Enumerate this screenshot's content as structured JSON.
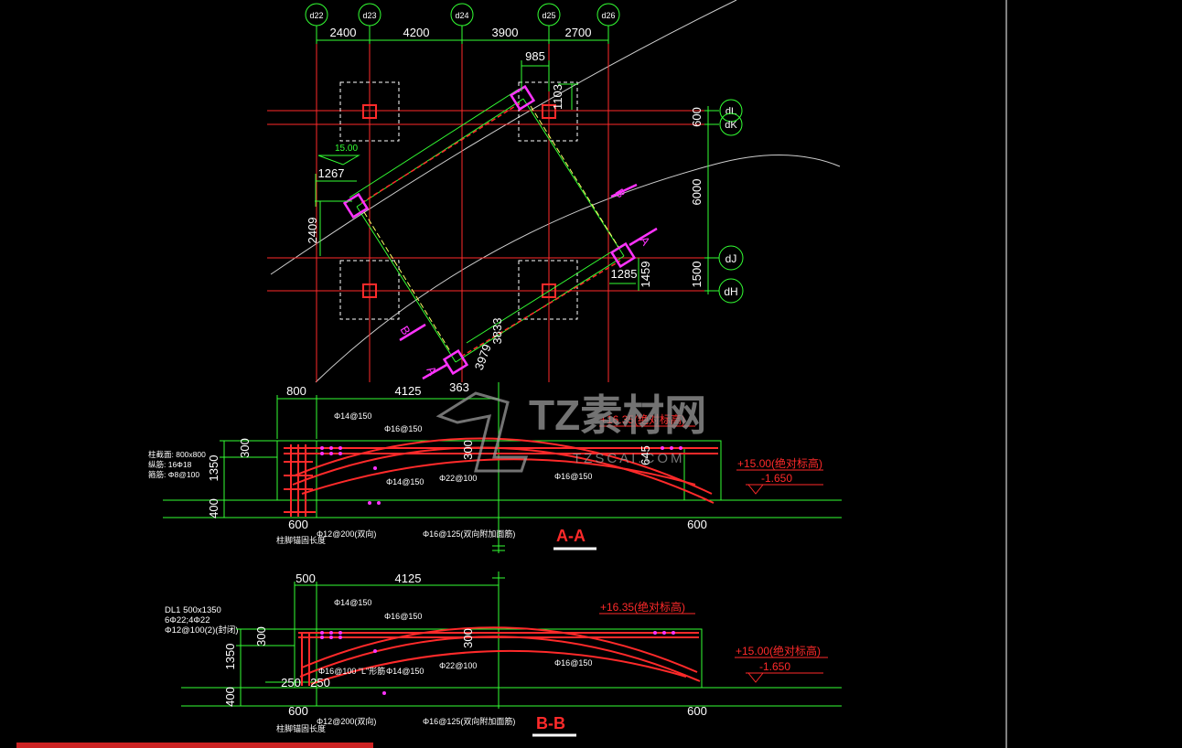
{
  "colors": {
    "background": "#000000",
    "axis_red": "#ff2a2a",
    "dim_green": "#33ff33",
    "white": "#ffffff",
    "magenta": "#ff33ff",
    "yellow": "#ffff66",
    "watermark": "#9a9a9a"
  },
  "grid": {
    "column_tags": [
      "d22",
      "d23",
      "d24",
      "d25",
      "d26"
    ],
    "column_spacings": [
      "2400",
      "4200",
      "3900",
      "2700"
    ],
    "row_tags": [
      "dL",
      "dK",
      "dJ",
      "dH"
    ],
    "row_spacings": [
      "600",
      "6000",
      "1500"
    ]
  },
  "plan": {
    "dim_985": "985",
    "dim_1103": "1103",
    "dim_1267": "1267",
    "dim_2409": "2409",
    "dim_1285": "1285",
    "dim_1459": "1459",
    "dim_3833": "3833",
    "dim_3979": "3979",
    "dim_363": "363",
    "elev_flag": "15.00",
    "section_marks": [
      "A",
      "B",
      "B",
      "A"
    ]
  },
  "section_aa": {
    "title": "A-A",
    "top_dims": [
      "800",
      "4125",
      "363"
    ],
    "elev_top": "+16.35(绝对标高)",
    "elev_mid": "+15.00(绝对标高)",
    "elev_low": "-1.650",
    "col_note": [
      "柱截面: 800x800",
      "纵筋: 16Φ18",
      "箍筋: Φ8@100"
    ],
    "side_dims": [
      "300",
      "1350",
      "400"
    ],
    "bottom_dims": [
      "600",
      "600"
    ],
    "bottom_note": "柱脚锚固长度",
    "h_300": "300",
    "h_645": "645",
    "rebar_labels": [
      "Φ14@150",
      "Φ16@150",
      "Φ14@150",
      "Φ22@100",
      "Φ16@150",
      "Φ12@200(双向)",
      "Φ16@125(双向附加面筋)"
    ]
  },
  "section_bb": {
    "title": "B-B",
    "top_dims": [
      "500",
      "4125"
    ],
    "elev_top": "+16.35(绝对标高)",
    "elev_mid": "+15.00(绝对标高)",
    "elev_low": "-1.650",
    "beam_note": [
      "DL1 500x1350",
      "6Φ22;4Φ22",
      "Φ12@100(2)(封闭)"
    ],
    "side_dims": [
      "300",
      "1350",
      "400"
    ],
    "small_dims": [
      "250",
      "250"
    ],
    "bottom_dims": [
      "600",
      "600"
    ],
    "bottom_note": "柱脚锚固长度",
    "h_300": "300",
    "rebar_labels": [
      "Φ14@150",
      "Φ16@150",
      "Φ16@100 \"L\"形筋",
      "Φ14@150",
      "Φ22@100",
      "Φ16@150",
      "Φ12@200(双向)",
      "Φ16@125(双向附加面筋)"
    ]
  },
  "watermark": {
    "brand": "TZ素材网",
    "url": "TZSCAI.COM"
  }
}
